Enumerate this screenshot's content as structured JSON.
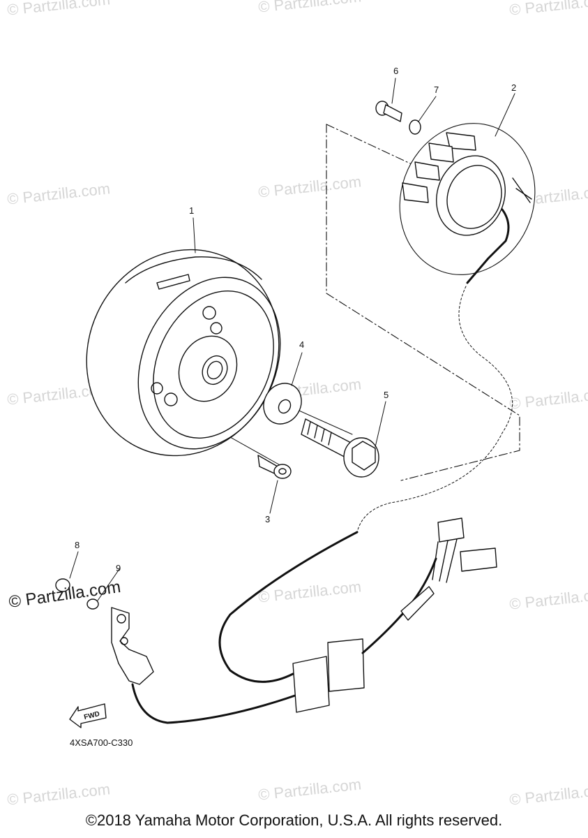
{
  "watermark": "© Partzilla.com",
  "callouts": [
    "1",
    "2",
    "3",
    "4",
    "5",
    "6",
    "7",
    "8",
    "9"
  ],
  "fwd_label": "FWD",
  "drawing_code": "4XSA700-C330",
  "copyright": "©2018 Yamaha Motor Corporation, U.S.A. All rights reserved."
}
